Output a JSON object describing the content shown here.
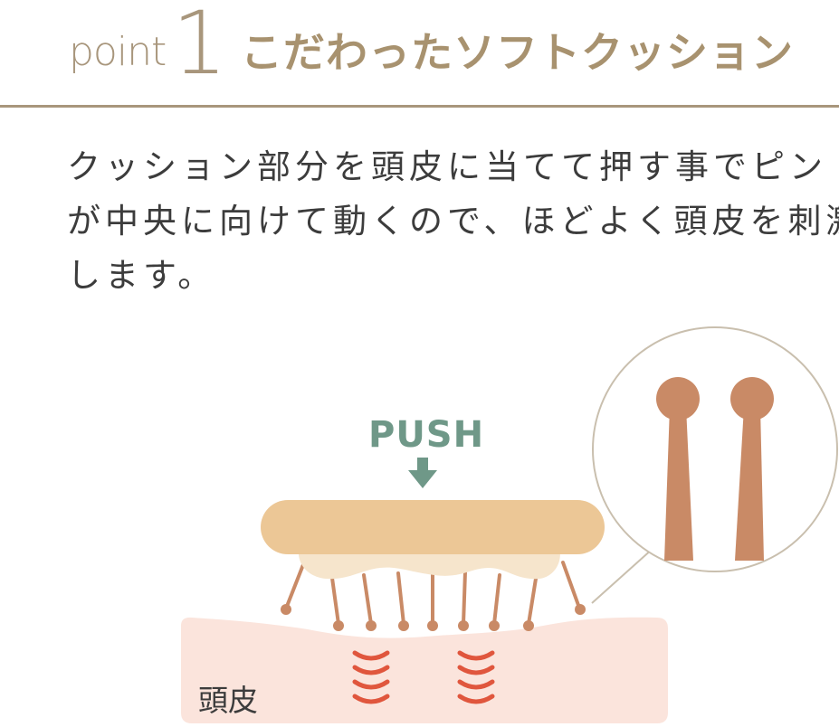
{
  "header": {
    "point_word": "point",
    "point_number": "1",
    "title": "こだわったソフトクッション"
  },
  "description": {
    "lines": [
      "クッション部分を頭皮に当てて押す事でピン",
      "が中央に向けて動くので、ほどよく頭皮を刺激",
      "します。"
    ]
  },
  "illustration": {
    "push_label": "PUSH",
    "scalp_label": "頭皮",
    "colors": {
      "cushion": "#ecc796",
      "cushion_base": "#f6e5cc",
      "pin": "#c98a66",
      "scalp": "#fbe4dc",
      "stimulus": "#e0563d",
      "arrow": "#6f9888",
      "accent": "#a8967c"
    }
  }
}
